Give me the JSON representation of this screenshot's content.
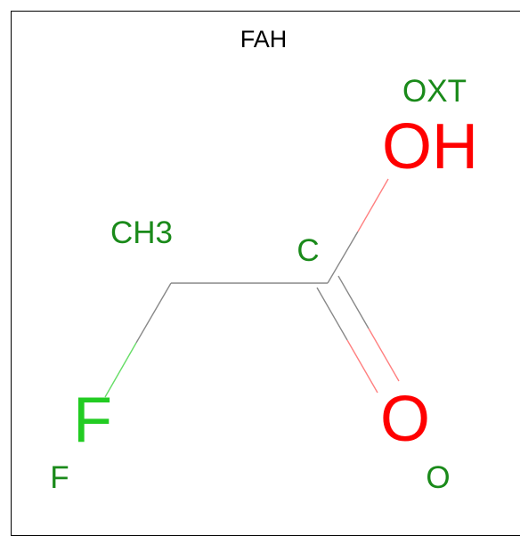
{
  "molecule": {
    "title": "FAH"
  },
  "atoms": [
    {
      "id": "CH3",
      "element_label": "",
      "name_label": "CH3",
      "element_color": "#1a8a1a",
      "name_color": "#1a8a1a"
    },
    {
      "id": "C",
      "element_label": "",
      "name_label": "C",
      "element_color": "#1a8a1a",
      "name_color": "#1a8a1a"
    },
    {
      "id": "OXT",
      "element_label": "OH",
      "name_label": "OXT",
      "element_color": "#ff0000",
      "name_color": "#1a8a1a"
    },
    {
      "id": "O",
      "element_label": "O",
      "name_label": "O",
      "element_color": "#ff0000",
      "name_color": "#1a8a1a"
    },
    {
      "id": "F",
      "element_label": "F",
      "name_label": "F",
      "element_color": "#22cc22",
      "name_color": "#1a8a1a"
    }
  ],
  "bonds": [
    {
      "from": "CH3",
      "to": "C",
      "order": 1
    },
    {
      "from": "C",
      "to": "OXT",
      "order": 1
    },
    {
      "from": "C",
      "to": "O",
      "order": 2
    },
    {
      "from": "CH3",
      "to": "F",
      "order": 1
    }
  ],
  "colors": {
    "carbon_bond": "#888888",
    "oxygen_bond": "#ff8080",
    "fluorine_bond": "#66dd66",
    "frame": "#000000"
  }
}
